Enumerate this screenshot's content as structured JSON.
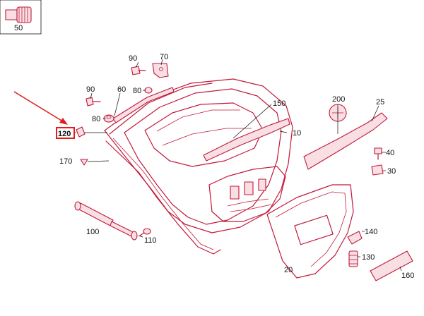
{
  "colors": {
    "part_stroke": "#c2183a",
    "part_fill": "#f7dfe4",
    "label_text": "#111111",
    "arrow": "#e11d1d",
    "highlight_box": "#e11d1d",
    "background": "#ffffff"
  },
  "inset": {
    "label": "50"
  },
  "parts": {
    "p90a": "90",
    "p70": "70",
    "p90b": "90",
    "p60": "60",
    "p80a": "80",
    "p80b": "80",
    "p120": "120",
    "p170": "170",
    "p150": "150",
    "p10": "10",
    "p200": "200",
    "p25": "25",
    "p40": "40",
    "p30": "30",
    "p100": "100",
    "p110": "110",
    "p140": "140",
    "p130": "130",
    "p20": "20",
    "p160": "160"
  },
  "highlighted_part": "120"
}
